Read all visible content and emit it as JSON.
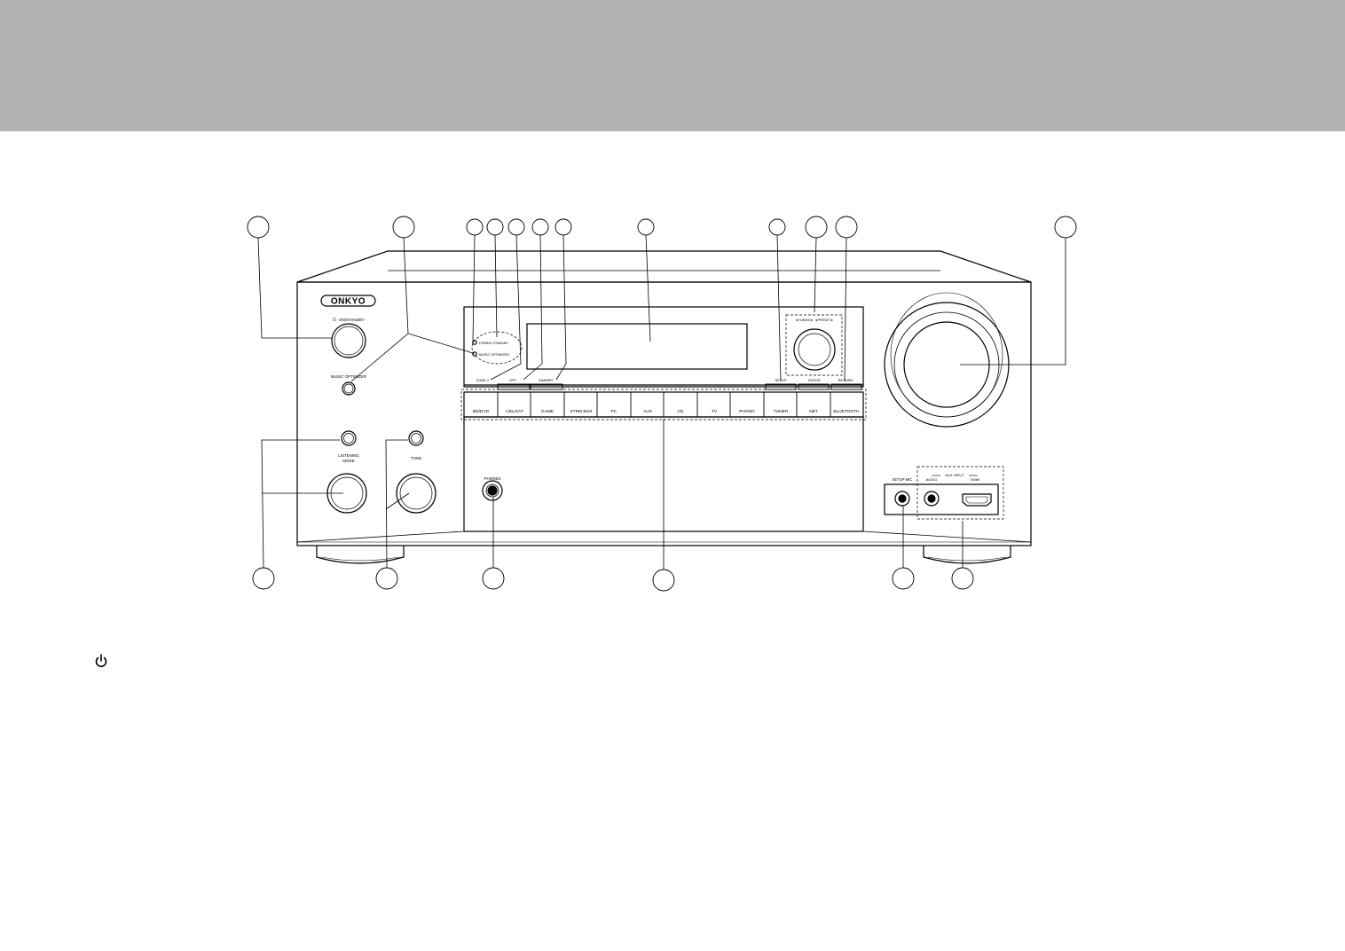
{
  "header": {
    "band_color": "#b3b3b3"
  },
  "front_panel": {
    "brand": "ONKYO",
    "labels": {
      "on_standby": "ON/STANDBY",
      "hybrid_standby": "HYBRID STANDBY",
      "music_optimizer_led": "MUSIC OPTIMIZER",
      "music_optimizer": "MUSIC OPTIMIZER",
      "listening_mode_1": "LISTENING",
      "listening_mode_2": "MODE",
      "tone": "TONE",
      "zone2": "ZONE 2",
      "off": "OFF",
      "dimmer": "DIMMER",
      "setup": "SETUP",
      "enter": "ENTER",
      "return": "RETURN",
      "tuning_preset": "◄TUNING►  ◄PRESET►",
      "phones": "PHONES",
      "setup_mic": "SETUP MIC",
      "aux_input": "AUX INPUT",
      "audio": "AUDIO",
      "hdmi": "HDMI"
    },
    "input_buttons": [
      "BD/DVD",
      "CBL/SAT",
      "GAME",
      "STRM BOX",
      "PC",
      "AUX",
      "CD",
      "TV",
      "PHONO",
      "TUNER",
      "NET",
      "BLUETOOTH"
    ]
  },
  "legend": {
    "power_icon": "power-icon"
  }
}
